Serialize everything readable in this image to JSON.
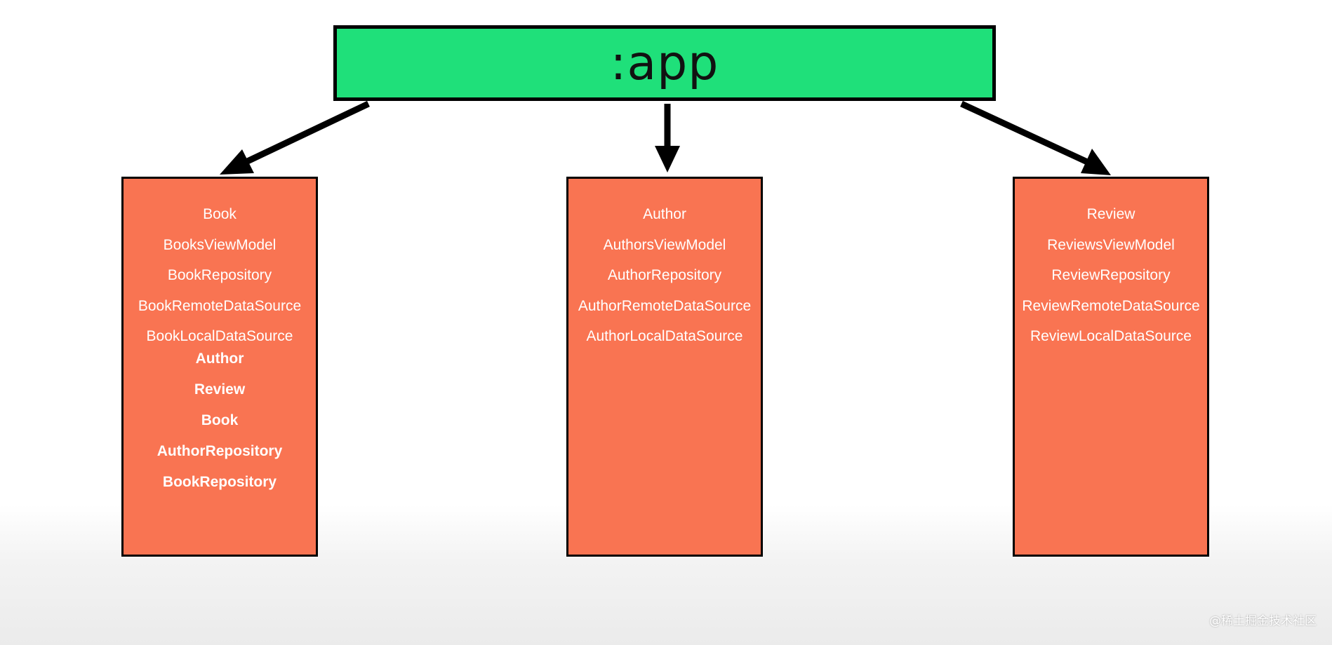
{
  "app_module": {
    "label": ":app"
  },
  "modules": [
    {
      "items": [
        "Book",
        "BooksViewModel",
        "BookRepository",
        "BookRemoteDataSource",
        "BookLocalDataSource"
      ],
      "dependencies": [
        "Author",
        "Review",
        "Book",
        "AuthorRepository",
        "BookRepository"
      ]
    },
    {
      "items": [
        "Author",
        "AuthorsViewModel",
        "AuthorRepository",
        "AuthorRemoteDataSource",
        "AuthorLocalDataSource"
      ],
      "dependencies": []
    },
    {
      "items": [
        "Review",
        "ReviewsViewModel",
        "ReviewRepository",
        "ReviewRemoteDataSource",
        "ReviewLocalDataSource"
      ],
      "dependencies": []
    }
  ],
  "watermark": "@稀土掘金技术社区",
  "colors": {
    "app_box": "#1fe07a",
    "module_box": "#f97452",
    "arrow": "#000000",
    "text": "#ffffff"
  }
}
